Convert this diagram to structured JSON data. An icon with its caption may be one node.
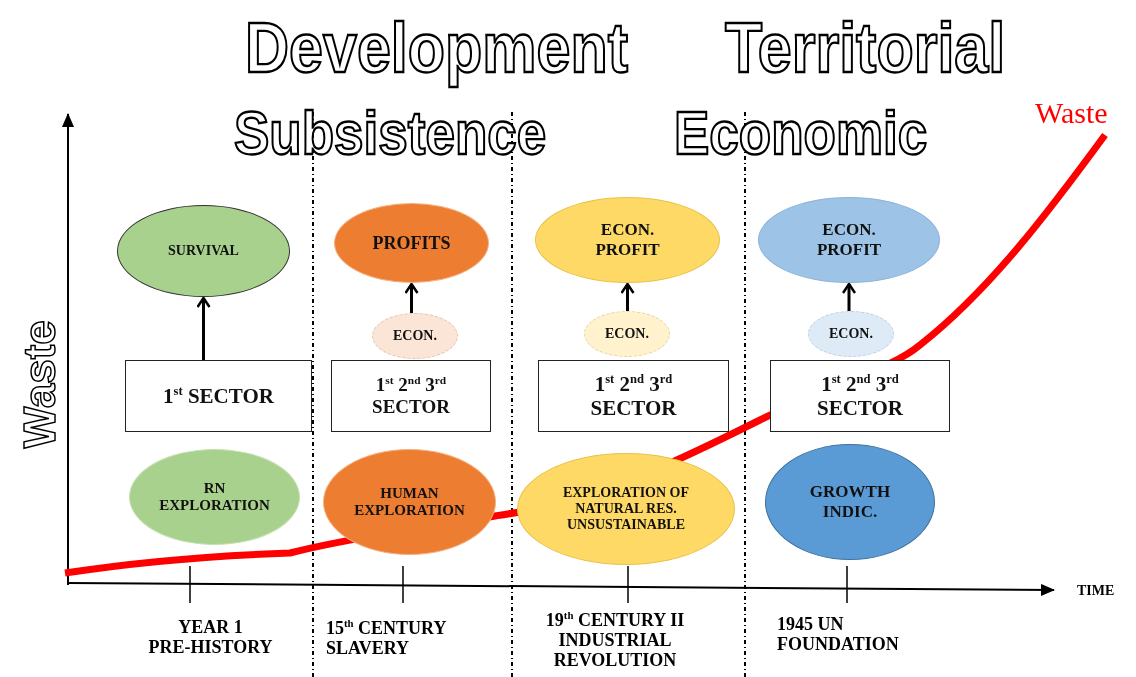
{
  "diagram": {
    "nodes": [
      {
        "text": [
          "SURVIVAL"
        ]
      },
      {
        "text": [
          "PROFITS"
        ]
      },
      {
        "text": [
          "ECON. PROFIT"
        ]
      },
      {
        "text": [
          "ECON. PROFIT"
        ]
      },
      {
        "text": [
          "ECON."
        ]
      },
      {
        "text": [
          "ECON."
        ]
      },
      {
        "text": [
          "ECON."
        ]
      },
      {
        "text": [
          "1$^{st}$ SECTOR"
        ]
      },
      {
        "text": [
          "1$^{st}$ 2$^{nd}$ 3$^{rd}$ SECTOR"
        ]
      },
      {
        "text": [
          "1$^{st}$ 2$^{nd}$ 3$^{rd}$ SECTOR"
        ]
      },
      {
        "text": [
          "1$^{st}$ 2$^{nd}$ 3$^{rd}$ SECTOR"
        ]
      },
      {
        "text": [
          "RN EXPLORATION"
        ]
      },
      {
        "text": [
          "HUMAN EXPLORATION"
        ]
      },
      {
        "text": [
          "EXPLORATION OF NATURAL RES. UNSUSTAINABLE"
        ]
      },
      {
        "text": [
          "GROWTH INDIC."
        ]
      }
    ],
    "edges": [
      {
        "from": 7,
        "to": 0,
        "arrow": "to"
      },
      {
        "from": 4,
        "to": 1,
        "arrow": "to"
      },
      {
        "from": 5,
        "to": 2,
        "arrow": "to"
      },
      {
        "from": 6,
        "to": 3,
        "arrow": "to"
      }
    ],
    "labels": [
      "Development",
      "Territorial",
      "Waste",
      "Subsistence",
      "Economic",
      "Waste",
      "TIME",
      "YEAR 1 PRE-HISTORY",
      "15$^{th}$ CENTURY SLAVERY",
      "19$^{th}$ CENTURY II INDUSTRIAL REVOLUTION",
      "1945 UN FOUNDATION"
    ]
  }
}
